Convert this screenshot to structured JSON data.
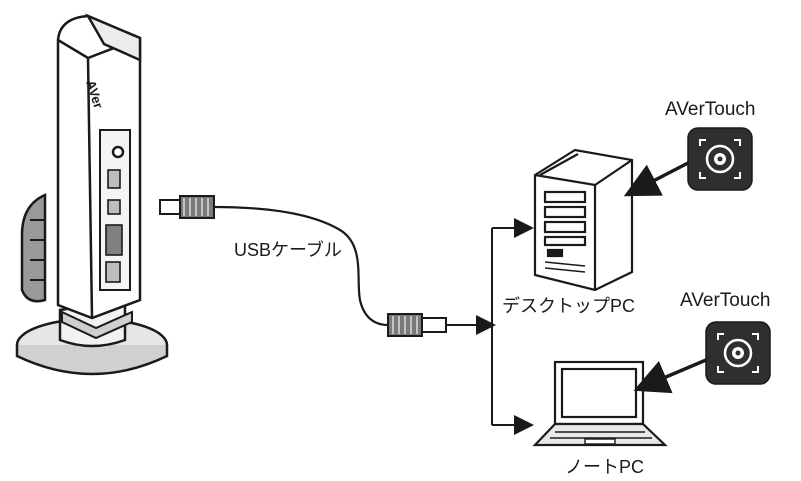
{
  "labels": {
    "cable": "USBケーブル",
    "desktop": "デスクトップPC",
    "laptop": "ノートPC",
    "app_desktop": "AVerTouch",
    "app_laptop": "AVerTouch",
    "camera_brand": "AVer"
  },
  "icons": {
    "camera": "document-camera",
    "desktop": "desktop-tower-icon",
    "laptop": "laptop-icon",
    "app": "avertouch-app-icon",
    "plug_camera": "usb-plug-icon",
    "plug_pc": "usb-plug-icon"
  },
  "colors": {
    "line": "#1a1a1a",
    "fill_light": "#ffffff",
    "fill_gray": "#d8d8d8",
    "app_bg": "#2f2f2f"
  }
}
